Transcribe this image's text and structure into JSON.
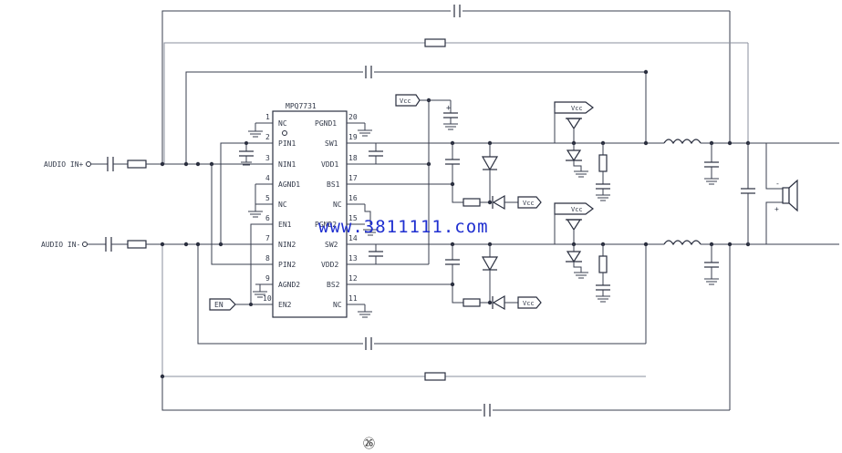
{
  "chip": {
    "name": "MPQ7731",
    "pins_left": [
      {
        "num": "1",
        "label": "NC"
      },
      {
        "num": "2",
        "label": "PIN1"
      },
      {
        "num": "3",
        "label": "NIN1"
      },
      {
        "num": "4",
        "label": "AGND1"
      },
      {
        "num": "5",
        "label": "NC"
      },
      {
        "num": "6",
        "label": "EN1"
      },
      {
        "num": "7",
        "label": "NIN2"
      },
      {
        "num": "8",
        "label": "PIN2"
      },
      {
        "num": "9",
        "label": "AGND2"
      },
      {
        "num": "10",
        "label": "EN2"
      }
    ],
    "pins_right": [
      {
        "num": "20",
        "label": "PGND1"
      },
      {
        "num": "19",
        "label": "SW1"
      },
      {
        "num": "18",
        "label": "VDD1"
      },
      {
        "num": "17",
        "label": "BS1"
      },
      {
        "num": "16",
        "label": "NC"
      },
      {
        "num": "15",
        "label": "PGND2"
      },
      {
        "num": "14",
        "label": "SW2"
      },
      {
        "num": "13",
        "label": "VDD2"
      },
      {
        "num": "12",
        "label": "BS2"
      },
      {
        "num": "11",
        "label": "NC"
      }
    ]
  },
  "inputs": {
    "audio_in_plus": "AUDIO IN+",
    "audio_in_minus": "AUDIO IN-",
    "enable": "EN"
  },
  "supply": {
    "vcc": "Vcc"
  },
  "speaker": {
    "minus": "-",
    "plus": "+"
  },
  "polarity": {
    "plus": "+"
  },
  "watermark": "www.3811111.com",
  "figure_number": "㉖"
}
